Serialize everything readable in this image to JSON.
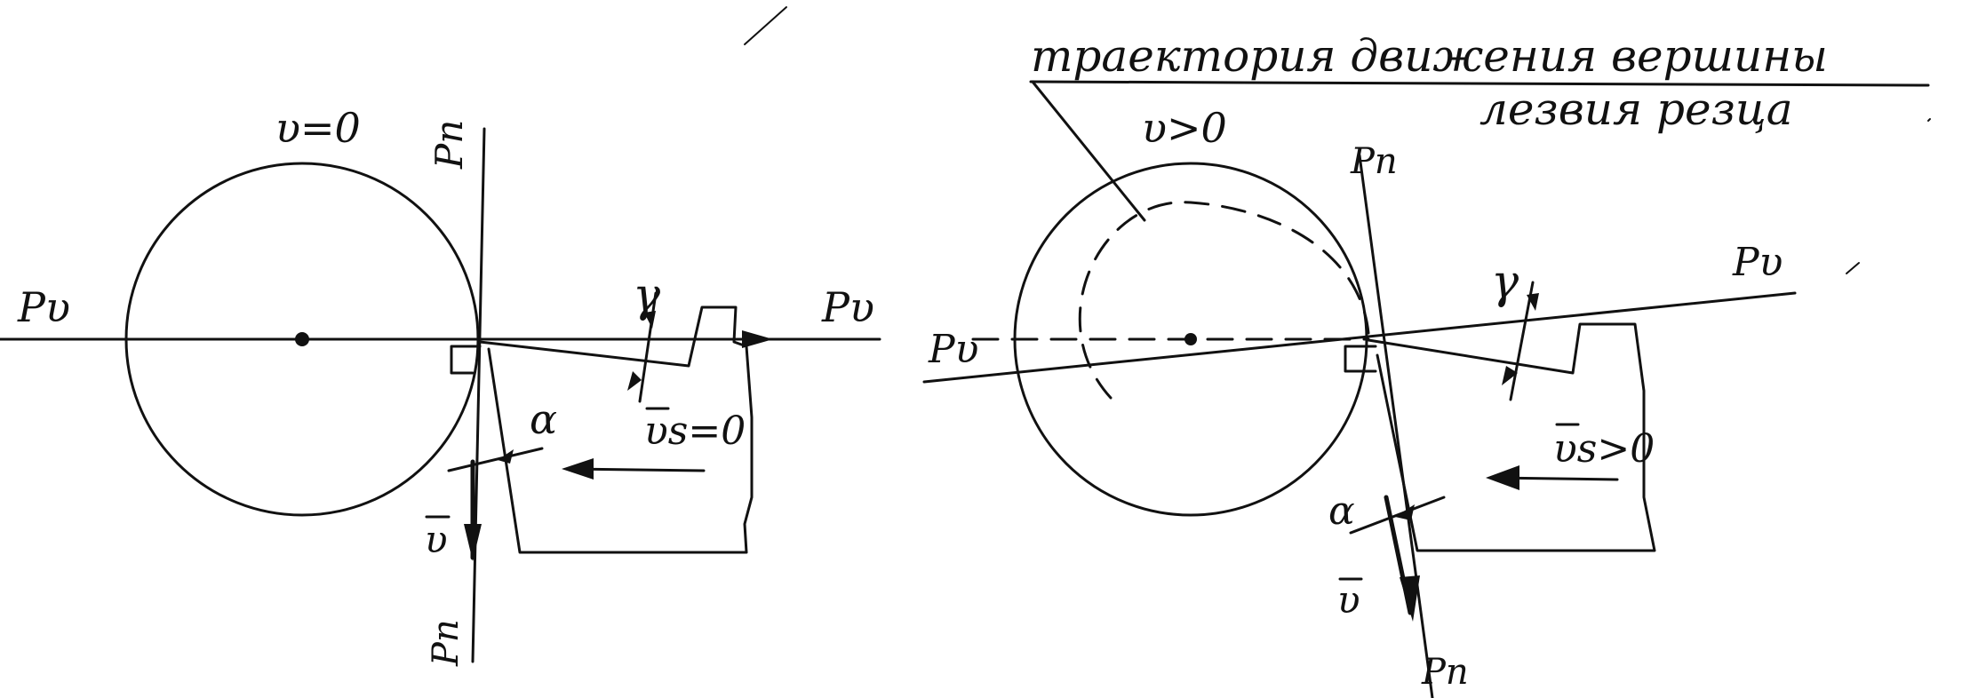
{
  "left_diagram": {
    "v_label": "υ=0",
    "pn_top": "Pn",
    "pn_bottom": "Pn",
    "pv_left": "Pυ",
    "pv_right": "Pυ",
    "gamma": "γ",
    "alpha": "α",
    "v_vec": "υ",
    "vs_label": "υs=0"
  },
  "right_diagram": {
    "trajectory_line1": "траектория движения вершины",
    "trajectory_line2": "лезвия резца",
    "v_label": "υ>0",
    "pn_top": "Pn",
    "pn_bottom": "Pn",
    "pv_left": "Pυ",
    "pv_right": "Pυ",
    "gamma": "γ",
    "alpha": "α",
    "v_vec": "υ",
    "vs_label": "υs>0"
  }
}
